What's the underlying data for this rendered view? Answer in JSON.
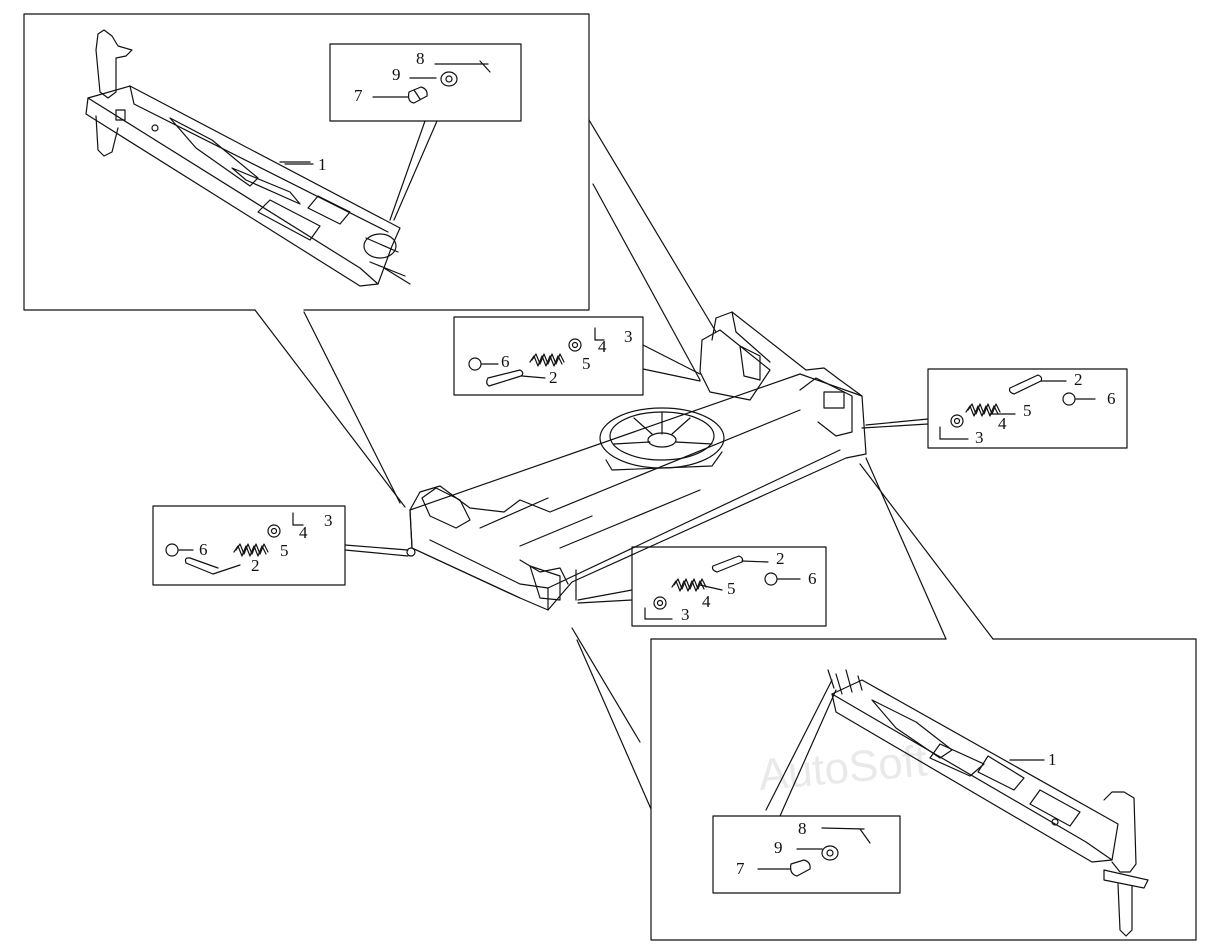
{
  "watermark": "AutoSoft",
  "labels": {
    "n1": "1",
    "n2": "2",
    "n3": "3",
    "n4": "4",
    "n5": "5",
    "n6": "6",
    "n7": "7",
    "n8": "8",
    "n9": "9"
  },
  "colors": {
    "line": "#111111",
    "background": "#ffffff",
    "watermark": "#e9e9e9"
  }
}
